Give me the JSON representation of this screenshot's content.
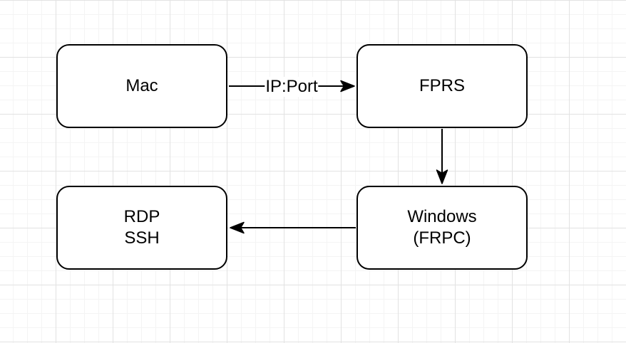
{
  "diagram": {
    "nodes": [
      {
        "id": "mac",
        "label": "Mac"
      },
      {
        "id": "fprs",
        "label": "FPRS"
      },
      {
        "id": "windows",
        "label_line1": "Windows",
        "label_line2": "(FRPC)"
      },
      {
        "id": "rdp-ssh",
        "label_line1": "RDP",
        "label_line2": "SSH"
      }
    ],
    "edges": [
      {
        "from": "mac",
        "to": "fprs",
        "label": "IP:Port"
      },
      {
        "from": "fprs",
        "to": "windows",
        "label": ""
      },
      {
        "from": "windows",
        "to": "rdp-ssh",
        "label": ""
      }
    ],
    "colors": {
      "background": "#ffffff",
      "grid_minor": "#f4f4f4",
      "grid_major": "#e2e2e2",
      "node_fill": "#ffffff",
      "node_stroke": "#000000",
      "text": "#000000",
      "arrow": "#000000"
    }
  }
}
